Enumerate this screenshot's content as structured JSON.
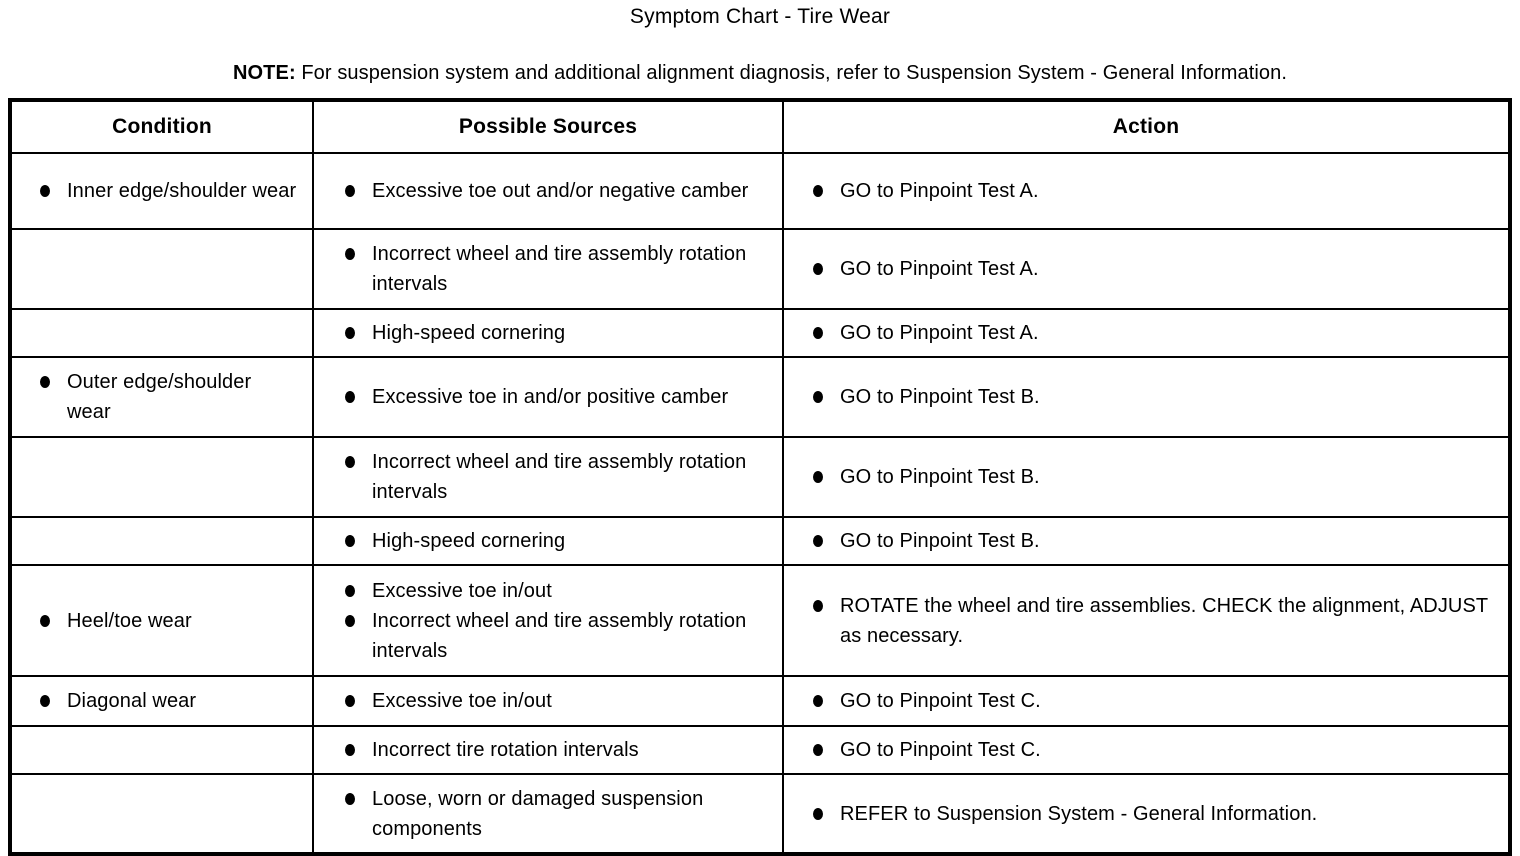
{
  "page": {
    "title": "Symptom Chart - Tire Wear",
    "note_label": "NOTE:",
    "note_text": " For suspension system and additional alignment diagnosis, refer to Suspension System - General Information."
  },
  "colors": {
    "text": "#000000",
    "background": "#ffffff",
    "border": "#000000"
  },
  "table": {
    "headers": [
      "Condition",
      "Possible Sources",
      "Action"
    ],
    "rows": [
      {
        "condition": [
          "Inner edge/shoulder wear"
        ],
        "sources": [
          "Excessive toe out and/or negative camber"
        ],
        "action": [
          "GO to Pinpoint Test A."
        ]
      },
      {
        "condition": [],
        "sources": [
          "Incorrect wheel and tire assembly rotation intervals"
        ],
        "action": [
          "GO to Pinpoint Test A."
        ]
      },
      {
        "condition": [],
        "sources": [
          "High-speed cornering"
        ],
        "action": [
          "GO to Pinpoint Test A."
        ]
      },
      {
        "condition": [
          "Outer edge/shoulder wear"
        ],
        "sources": [
          "Excessive toe in and/or positive camber"
        ],
        "action": [
          "GO to Pinpoint Test B."
        ]
      },
      {
        "condition": [],
        "sources": [
          "Incorrect wheel and tire assembly rotation intervals"
        ],
        "action": [
          "GO to Pinpoint Test B."
        ]
      },
      {
        "condition": [],
        "sources": [
          "High-speed cornering"
        ],
        "action": [
          "GO to Pinpoint Test B."
        ]
      },
      {
        "condition": [
          "Heel/toe wear"
        ],
        "sources": [
          "Excessive toe in/out",
          "Incorrect wheel and tire assembly rotation intervals"
        ],
        "action": [
          "ROTATE the wheel and tire assemblies. CHECK the alignment, ADJUST as necessary."
        ]
      },
      {
        "condition": [
          "Diagonal wear"
        ],
        "sources": [
          "Excessive toe in/out"
        ],
        "action": [
          "GO to Pinpoint Test C."
        ]
      },
      {
        "condition": [],
        "sources": [
          "Incorrect tire rotation intervals"
        ],
        "action": [
          "GO to Pinpoint Test C."
        ]
      },
      {
        "condition": [],
        "sources": [
          "Loose, worn or damaged suspension components"
        ],
        "action": [
          "REFER to Suspension System - General Information."
        ]
      }
    ]
  }
}
